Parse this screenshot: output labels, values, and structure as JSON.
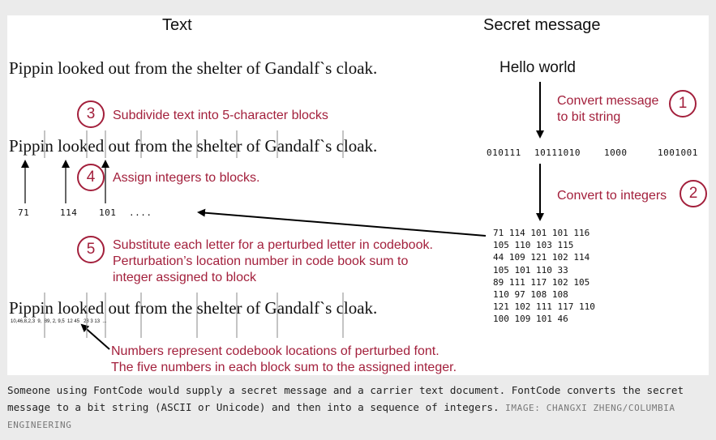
{
  "headings": {
    "text": "Text",
    "secret": "Secret message"
  },
  "carrier_sentence": "Pippin looked out from the shelter of Gandalf`s cloak.",
  "sentence_segments": [
    "Pippin",
    " looked",
    " out ",
    "from the",
    " shelter",
    " of",
    " Gandalf`s",
    " cloak."
  ],
  "secret_message": "Hello world",
  "bit_string": [
    "010111",
    "10111010",
    "1000",
    "1001001"
  ],
  "steps": [
    {
      "number": "1",
      "text": "Convert message\nto bit string"
    },
    {
      "number": "2",
      "text": "Convert to integers"
    },
    {
      "number": "3",
      "text": "Subdivide text into 5-character blocks"
    },
    {
      "number": "4",
      "text": "Assign integers to blocks."
    },
    {
      "number": "5",
      "text": "Substitute each letter for a perturbed letter in codebook.\nPerturbation’s location number in code book sum to\ninteger assigned to block"
    }
  ],
  "block_integers": [
    "71",
    "114",
    "101",
    "...."
  ],
  "integer_rows": [
    "71  114  101  101  116",
    "105  110  103  115",
    "44  109  121  102  114",
    "105  101  110  33",
    "89  111  117  102  105",
    "110  97  108  108",
    "121  102  111  117  110",
    "100  109  101  46"
  ],
  "codebook_numbers": "10,46,8,2,3  9,  89, 2, 9,5  12 45   28 3 13  ...",
  "note": "Numbers represent codebook locations of perturbed font.\nThe five numbers in each block sum to the assigned integer.",
  "caption": {
    "text": "Someone using FontCode would supply a secret message and a carrier text document. FontCode converts the secret message to a bit string (ASCII or Unicode) and then into a sequence of integers.",
    "credit": "IMAGE: CHANGXI ZHENG/COLUMBIA ENGINEERING"
  },
  "colors": {
    "accent": "#a3203c",
    "background": "#ebebeb",
    "panel": "#ffffff"
  }
}
